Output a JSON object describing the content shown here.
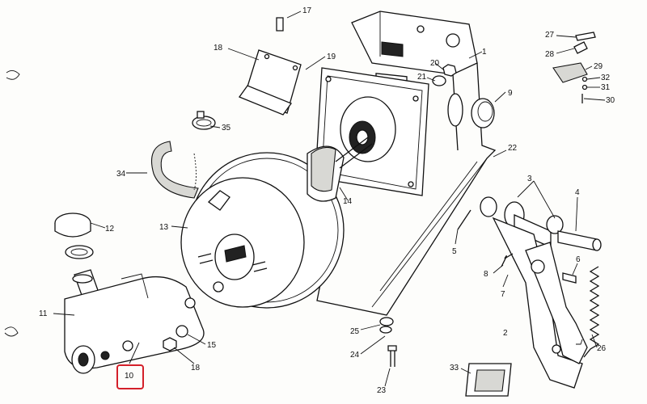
{
  "diagram": {
    "highlight_color": "#d4202a",
    "callouts": {
      "c1": "1",
      "c2": "2",
      "c3": "3",
      "c4": "4",
      "c5": "5",
      "c6": "6",
      "c7": "7",
      "c8": "8",
      "c9": "9",
      "c10": "10",
      "c11": "11",
      "c12": "12",
      "c13": "13",
      "c14": "14",
      "c15": "15",
      "c17": "17",
      "c18a": "18",
      "c18b": "18",
      "c19": "19",
      "c20": "20",
      "c21": "21",
      "c22": "22",
      "c23": "23",
      "c24": "24",
      "c25": "25",
      "c26": "26",
      "c27": "27",
      "c28": "28",
      "c29": "29",
      "c30": "30",
      "c31": "31",
      "c32": "32",
      "c33": "33",
      "c34": "34",
      "c35": "35"
    },
    "highlighted_callout": "c10"
  }
}
